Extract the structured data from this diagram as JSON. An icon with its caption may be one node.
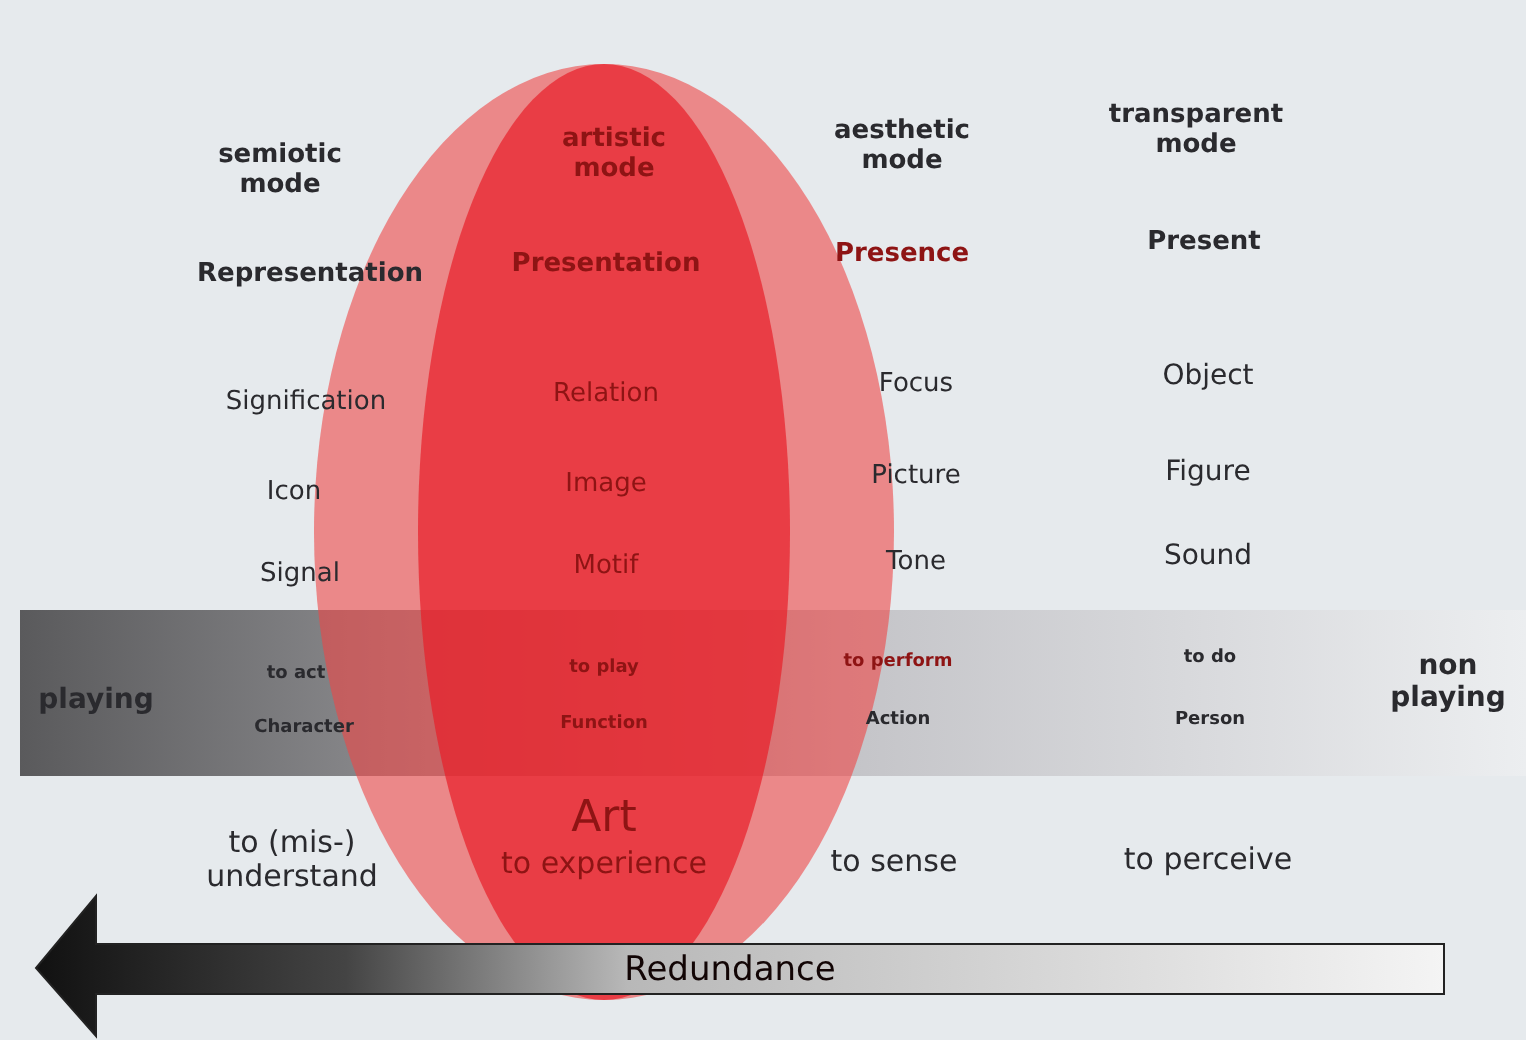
{
  "diagram": {
    "labels": [
      "semiotic mode",
      "artistic mode",
      "aesthetic mode",
      "transparent mode",
      "Representation",
      "Presentation",
      "Presence",
      "Present",
      "Signification",
      "Relation",
      "Focus",
      "Object",
      "Icon",
      "Image",
      "Picture",
      "Figure",
      "Signal",
      "Motif",
      "Tone",
      "Sound",
      "playing",
      "to act",
      "to play",
      "to perform",
      "to do",
      "non playing",
      "Character",
      "Function",
      "Action",
      "Person",
      "to (mis-) understand",
      "Art",
      "to experience",
      "to sense",
      "to perceive",
      "Redundance"
    ]
  }
}
